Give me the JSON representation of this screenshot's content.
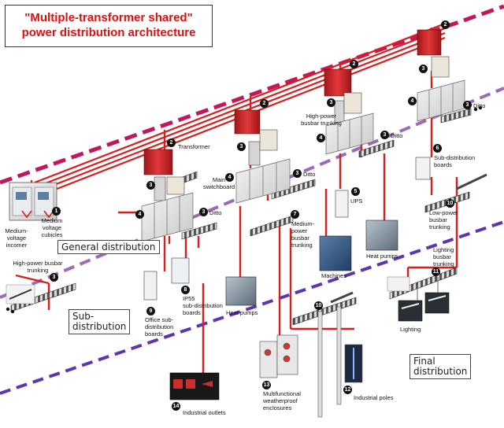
{
  "title": {
    "line1": "\"Multiple-transformer shared\"",
    "line2": "power distribution architecture"
  },
  "zones": {
    "general": "General distribution",
    "sub1": "Sub-",
    "sub2": "distribution",
    "final1": "Final",
    "final2": "distribution"
  },
  "labels": {
    "mv_incomer": [
      "Medium-",
      "voltage",
      "incomer"
    ],
    "mv_cubicles": [
      "Medium",
      "voltage",
      "cubicles"
    ],
    "transformer": "Transformer",
    "main_switchboard": [
      "Main",
      "switchboard"
    ],
    "ditto_1": "Ditto",
    "ditto_2": "Ditto",
    "ditto_3": "Ditto",
    "ditto_4": "Ditto",
    "hp_busbar_top": [
      "High-power",
      "busbar trunking"
    ],
    "hp_busbar_left": [
      "High-power busbar",
      "trunking"
    ],
    "ups": "UPS",
    "sub_dist_boards": [
      "Sub-distribution",
      "boards"
    ],
    "mp_busbar": [
      "Medium-",
      "power",
      "busbar",
      "trunking"
    ],
    "lp_busbar": [
      "Low-power",
      "busbar",
      "trunking"
    ],
    "machines": "Machines",
    "heat_pumps_1": "Heat pumps",
    "heat_pumps_2": "Heat pumps",
    "lighting_busbar": [
      "Lighting",
      "busbar",
      "trunking"
    ],
    "office_boards": [
      "Office sub-",
      "distribution",
      "boards"
    ],
    "ip55_boards": [
      "IP55",
      "sub-distribution",
      "boards"
    ],
    "lighting": "Lighting",
    "multifunctional": [
      "Multifunctional",
      "weatherproof",
      "enclosures"
    ],
    "industrial_poles": "Industrial poles",
    "industrial_outlets": "Industrial outlets"
  },
  "numbers": [
    "1",
    "2",
    "3",
    "4",
    "5",
    "6",
    "7",
    "8",
    "9",
    "10",
    "11",
    "12",
    "13",
    "14"
  ],
  "colors": {
    "title_red": "#e01010",
    "cable_red": "#d81e1e",
    "dash_magenta": "#c2185b",
    "dash_purple": "#8e5ca8",
    "dash_violet": "#5e35b1"
  }
}
